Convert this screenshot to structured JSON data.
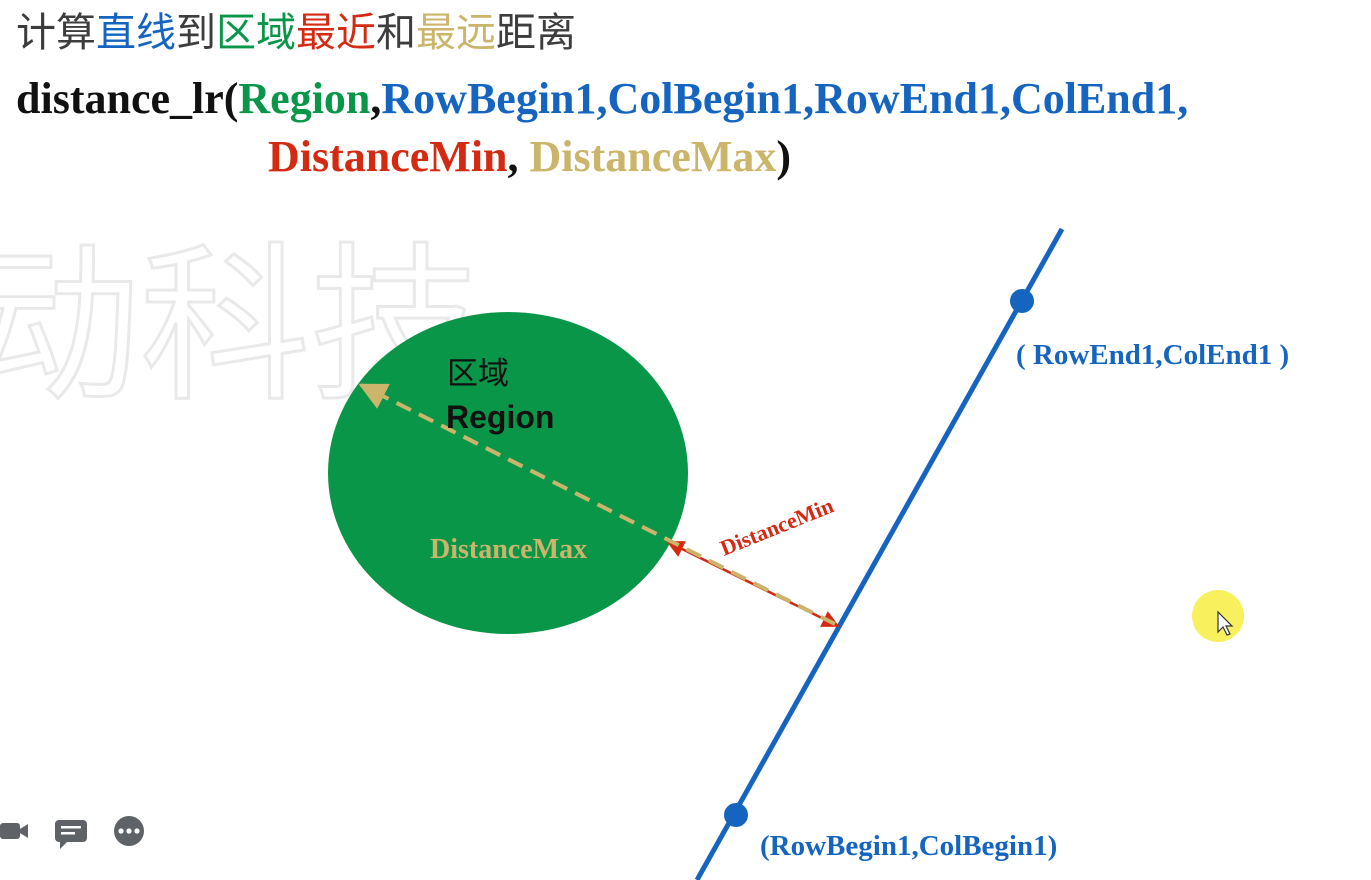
{
  "title": {
    "parts": [
      {
        "text": "计算",
        "color": "#3d3d3d"
      },
      {
        "text": "直线",
        "color": "#1565c0"
      },
      {
        "text": "到",
        "color": "#3d3d3d"
      },
      {
        "text": "区域",
        "color": "#0a9648"
      },
      {
        "text": "最近",
        "color": "#d42a12"
      },
      {
        "text": "和",
        "color": "#3d3d3d"
      },
      {
        "text": "最远",
        "color": "#cbb56b"
      },
      {
        "text": "距离",
        "color": "#3d3d3d"
      }
    ]
  },
  "formula": {
    "func": "distance_lr(",
    "region": "Region",
    "comma1": ",",
    "line_params": "RowBegin1,ColBegin1,RowEnd1,ColEnd1,",
    "dist_min": "DistanceMin",
    "comma2": ", ",
    "dist_max": "DistanceMax",
    "close": ")"
  },
  "watermark": "动科技",
  "diagram": {
    "region_label_cn": "区域",
    "region_label_en": "Region",
    "distance_max_label": "DistanceMax",
    "distance_min_label": "DistanceMin",
    "end_point_label": "( RowEnd1,ColEnd1 )",
    "begin_point_label": "(RowBegin1,ColBegin1)"
  },
  "colors": {
    "region_fill": "#0a9648",
    "line": "#1565c0",
    "distance_min": "#d42a12",
    "distance_max": "#cbb56b",
    "cursor_highlight": "#f7ee4a"
  },
  "controls": {
    "camera_icon": "camera-icon",
    "chat_icon": "chat-icon",
    "more_icon": "more-icon"
  }
}
